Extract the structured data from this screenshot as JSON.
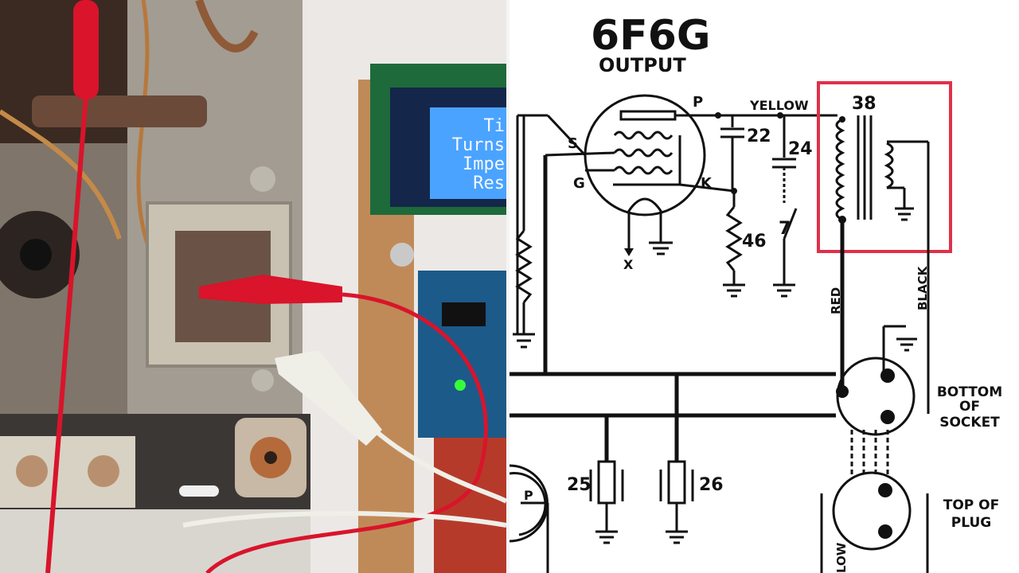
{
  "photo": {
    "lcd_lines": [
      "Ti",
      "Turns",
      "Impe",
      "Res"
    ],
    "colors": {
      "lcd_bg": "#4aa3ff",
      "lcd_frame": "#1f4f8f",
      "red_lead": "#d9142b",
      "white_lead": "#efefe8",
      "chassis": "#9a948a",
      "wood": "#c79560",
      "pcb_red": "#b63a2a",
      "led_green": "#35ff3a"
    }
  },
  "schematic": {
    "tube_name": "6F6G",
    "tube_function": "OUTPUT",
    "pins": {
      "plate": "P",
      "screen": "S",
      "grid": "G",
      "cathode": "K",
      "heater": "X"
    },
    "wire_colors": {
      "yellow": "YELLOW",
      "red": "RED",
      "black": "BLACK"
    },
    "part_numbers": {
      "transformer": "38",
      "cap_a": "22",
      "cap_b": "24",
      "resistor": "46",
      "switch": "7",
      "comp_a": "25",
      "comp_b": "26"
    },
    "socket_labels": {
      "bottom": [
        "BOTTOM",
        "OF",
        "SOCKET"
      ],
      "top": [
        "TOP OF",
        "PLUG"
      ]
    },
    "bottom_fragments": {
      "lower_pin": "P",
      "lower_wire": "LOW"
    },
    "highlight_color": "#e0304a"
  }
}
